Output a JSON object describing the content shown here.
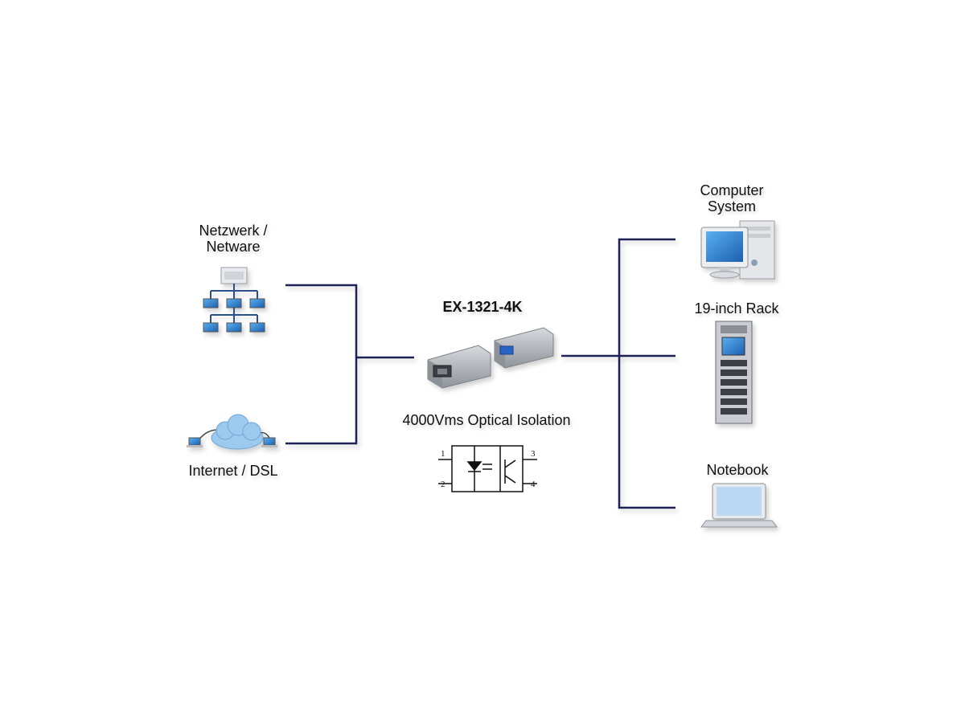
{
  "labels": {
    "network": [
      "Netzwerk /",
      "Netware"
    ],
    "internet": "Internet / DSL",
    "product": "EX-1321-4K",
    "isolation": "4000Vms Optical Isolation",
    "computer": [
      "Computer",
      "System"
    ],
    "rack": "19-inch Rack",
    "notebook": "Notebook"
  },
  "optocoupler_pins": [
    "1",
    "2",
    "3",
    "4"
  ],
  "colors": {
    "line": "#1f2356",
    "screen": "#2f7fd0",
    "device": "#a9adb3",
    "cloud": "#9cc9ee"
  },
  "icons": [
    "network-tree-icon",
    "cloud-icon",
    "usb-isolator-icon",
    "optocoupler-icon",
    "desktop-computer-icon",
    "server-rack-icon",
    "notebook-icon"
  ]
}
